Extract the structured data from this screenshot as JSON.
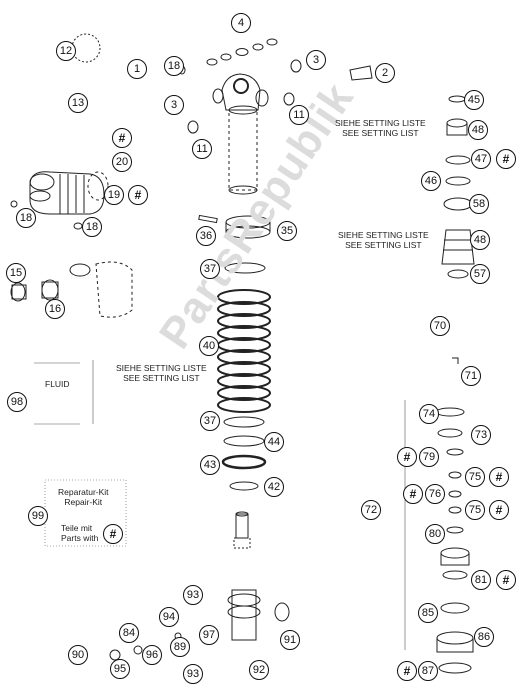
{
  "watermark": "PartsRepublik",
  "notes": {
    "setting_list_1": [
      "SIEHE SETTING LISTE",
      "SEE SETTING LIST"
    ],
    "setting_list_2": [
      "SIEHE SETTING LISTE",
      "SEE SETTING LIST"
    ],
    "setting_list_3": [
      "SIEHE SETTING LISTE",
      "SEE SETTING LIST"
    ],
    "fluid": "FLUID",
    "repair_kit": [
      "Reparatur-Kit",
      "Repair-Kit"
    ],
    "parts_with": [
      "Teile mit",
      "Parts with"
    ]
  },
  "callouts": [
    {
      "label": "4"
    },
    {
      "label": "12"
    },
    {
      "label": "1"
    },
    {
      "label": "18"
    },
    {
      "label": "3"
    },
    {
      "label": "2"
    },
    {
      "label": "13"
    },
    {
      "label": "3"
    },
    {
      "label": "11"
    },
    {
      "label": "11"
    },
    {
      "label": "45"
    },
    {
      "label": "48"
    },
    {
      "label": "#"
    },
    {
      "label": "20"
    },
    {
      "label": "47"
    },
    {
      "label": "#"
    },
    {
      "label": "19"
    },
    {
      "label": "#"
    },
    {
      "label": "46"
    },
    {
      "label": "18"
    },
    {
      "label": "18"
    },
    {
      "label": "58"
    },
    {
      "label": "36"
    },
    {
      "label": "35"
    },
    {
      "label": "48"
    },
    {
      "label": "37"
    },
    {
      "label": "15"
    },
    {
      "label": "16"
    },
    {
      "label": "57"
    },
    {
      "label": "70"
    },
    {
      "label": "40"
    },
    {
      "label": "71"
    },
    {
      "label": "98"
    },
    {
      "label": "74"
    },
    {
      "label": "37"
    },
    {
      "label": "73"
    },
    {
      "label": "44"
    },
    {
      "label": "#"
    },
    {
      "label": "79"
    },
    {
      "label": "43"
    },
    {
      "label": "75"
    },
    {
      "label": "#"
    },
    {
      "label": "42"
    },
    {
      "label": "#"
    },
    {
      "label": "76"
    },
    {
      "label": "99"
    },
    {
      "label": "72"
    },
    {
      "label": "75"
    },
    {
      "label": "#"
    },
    {
      "label": "#"
    },
    {
      "label": "80"
    },
    {
      "label": "81"
    },
    {
      "label": "#"
    },
    {
      "label": "93"
    },
    {
      "label": "85"
    },
    {
      "label": "94"
    },
    {
      "label": "97"
    },
    {
      "label": "84"
    },
    {
      "label": "89"
    },
    {
      "label": "91"
    },
    {
      "label": "86"
    },
    {
      "label": "90"
    },
    {
      "label": "96"
    },
    {
      "label": "95"
    },
    {
      "label": "93"
    },
    {
      "label": "92"
    },
    {
      "label": "#"
    },
    {
      "label": "87"
    },
    {
      "label": "#"
    }
  ]
}
